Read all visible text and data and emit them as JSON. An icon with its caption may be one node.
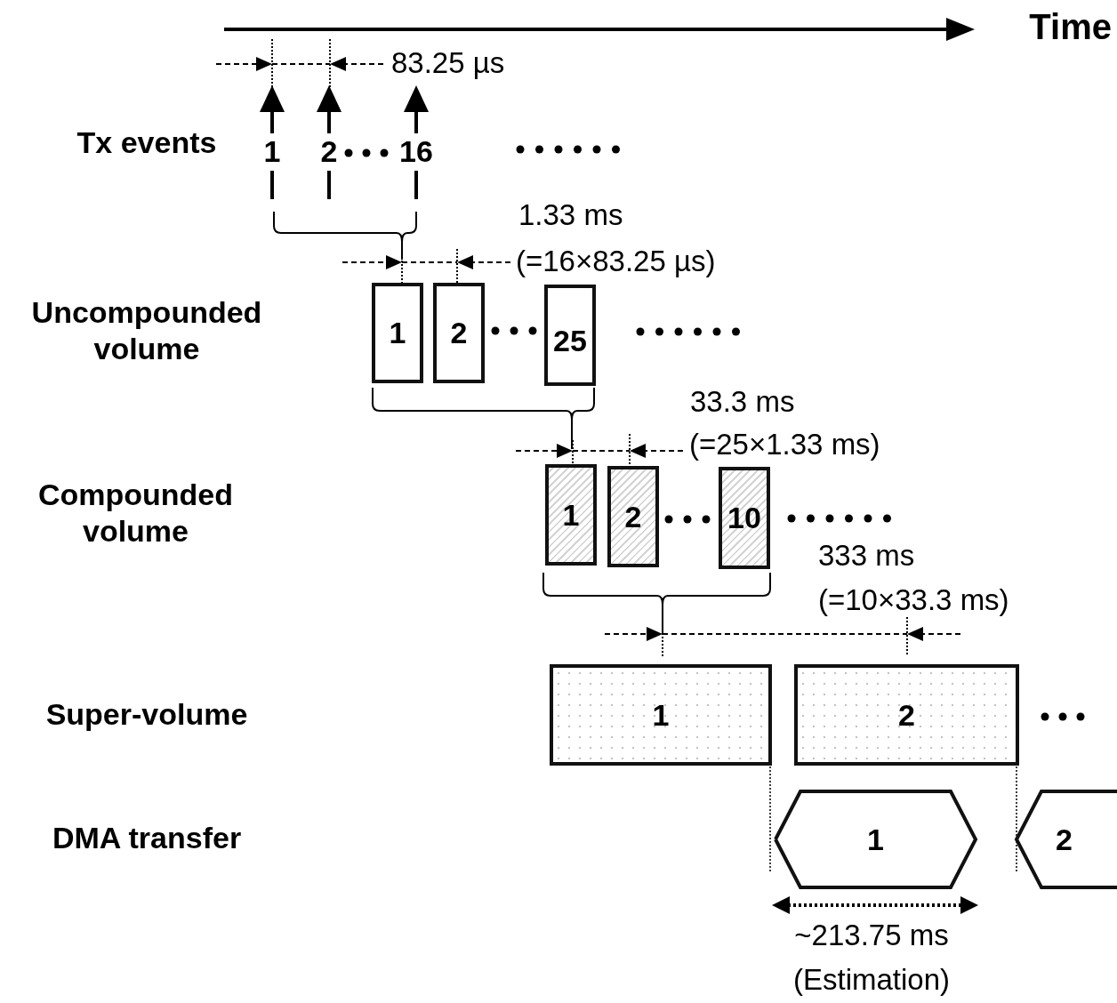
{
  "diagram": {
    "nodes": [
      {
        "text": [
          "1"
        ]
      },
      {
        "text": [
          "2"
        ]
      },
      {
        "text": [
          "25"
        ]
      },
      {
        "text": [
          "1"
        ]
      },
      {
        "text": [
          "2"
        ]
      },
      {
        "text": [
          "10"
        ]
      },
      {
        "text": [
          "1"
        ]
      },
      {
        "text": [
          "2"
        ]
      },
      {
        "text": [
          "1"
        ]
      },
      {
        "text": [
          "2"
        ]
      }
    ],
    "labels": [
      "Time",
      "83.25 µs",
      "Tx events",
      "1",
      "2",
      "16",
      "1.33 ms",
      "(=16×83.25 µs)",
      "Uncompounded volume",
      "33.3 ms",
      "(=25×1.33 ms)",
      "Compounded volume",
      "333 ms",
      "(=10×33.3 ms)",
      "Super-volume",
      "DMA transfer",
      "~213.75 ms",
      "(Estimation)"
    ]
  }
}
